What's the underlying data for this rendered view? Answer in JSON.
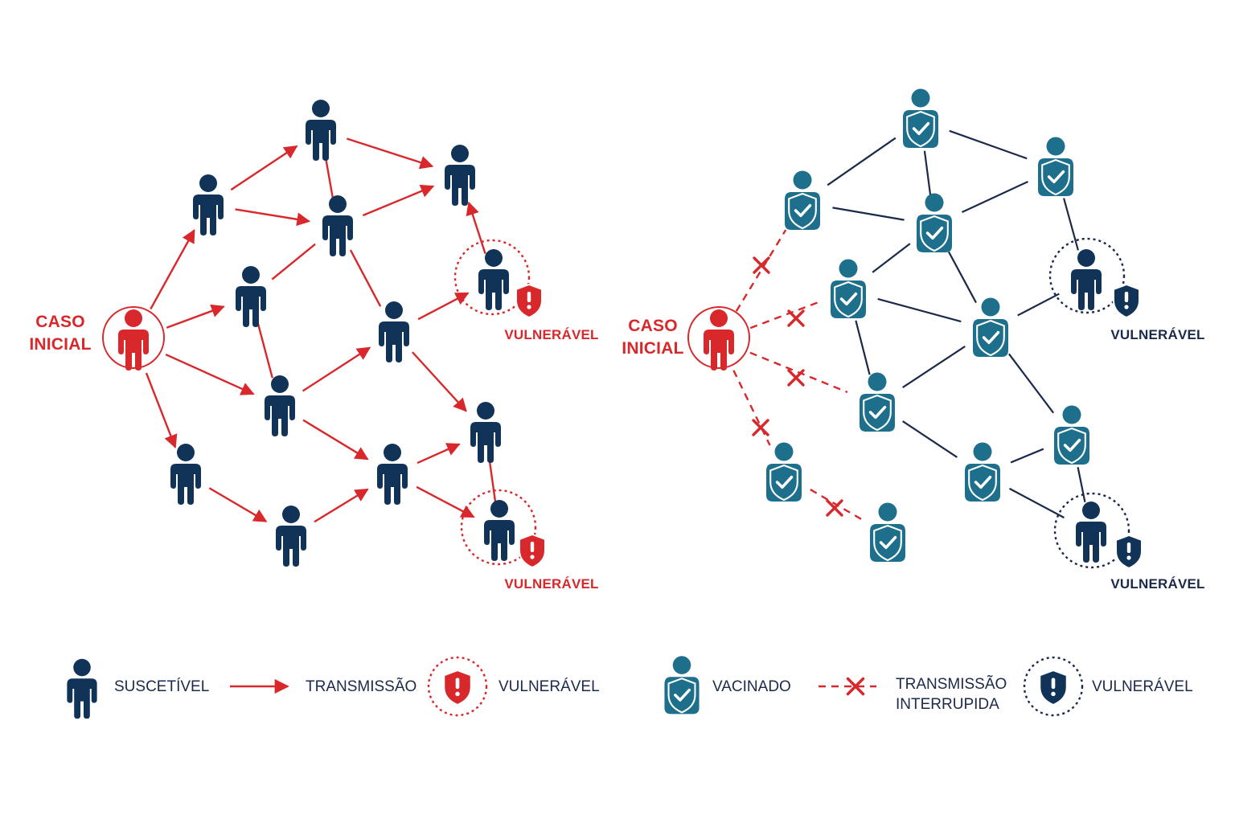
{
  "colors": {
    "navy": "#113358",
    "red": "#d8282c",
    "teal": "#1d6f8c",
    "label_dark": "#1b2a4a"
  },
  "left_panel": {
    "index_case_label": [
      "CASO",
      "INICIAL"
    ],
    "vulnerable_label_1": "VULNERÁVEL",
    "vulnerable_label_2": "VULNERÁVEL"
  },
  "right_panel": {
    "index_case_label": [
      "CASO",
      "INICIAL"
    ],
    "vulnerable_label_1": "VULNERÁVEL",
    "vulnerable_label_2": "VULNERÁVEL"
  },
  "legend_left": {
    "susceptible": "SUSCETÍVEL",
    "transmission": "TRANSMISSÃO",
    "vulnerable": "VULNERÁVEL"
  },
  "legend_right": {
    "vaccinated": "VACINADO",
    "interrupted": [
      "TRANSMISSÃO",
      "INTERRUPIDA"
    ],
    "vulnerable": "VULNERÁVEL"
  },
  "icons": [
    "person-icon",
    "vaccinated-person-icon",
    "shield-check-icon",
    "shield-alert-icon",
    "arrow-icon",
    "x-mark-icon"
  ]
}
